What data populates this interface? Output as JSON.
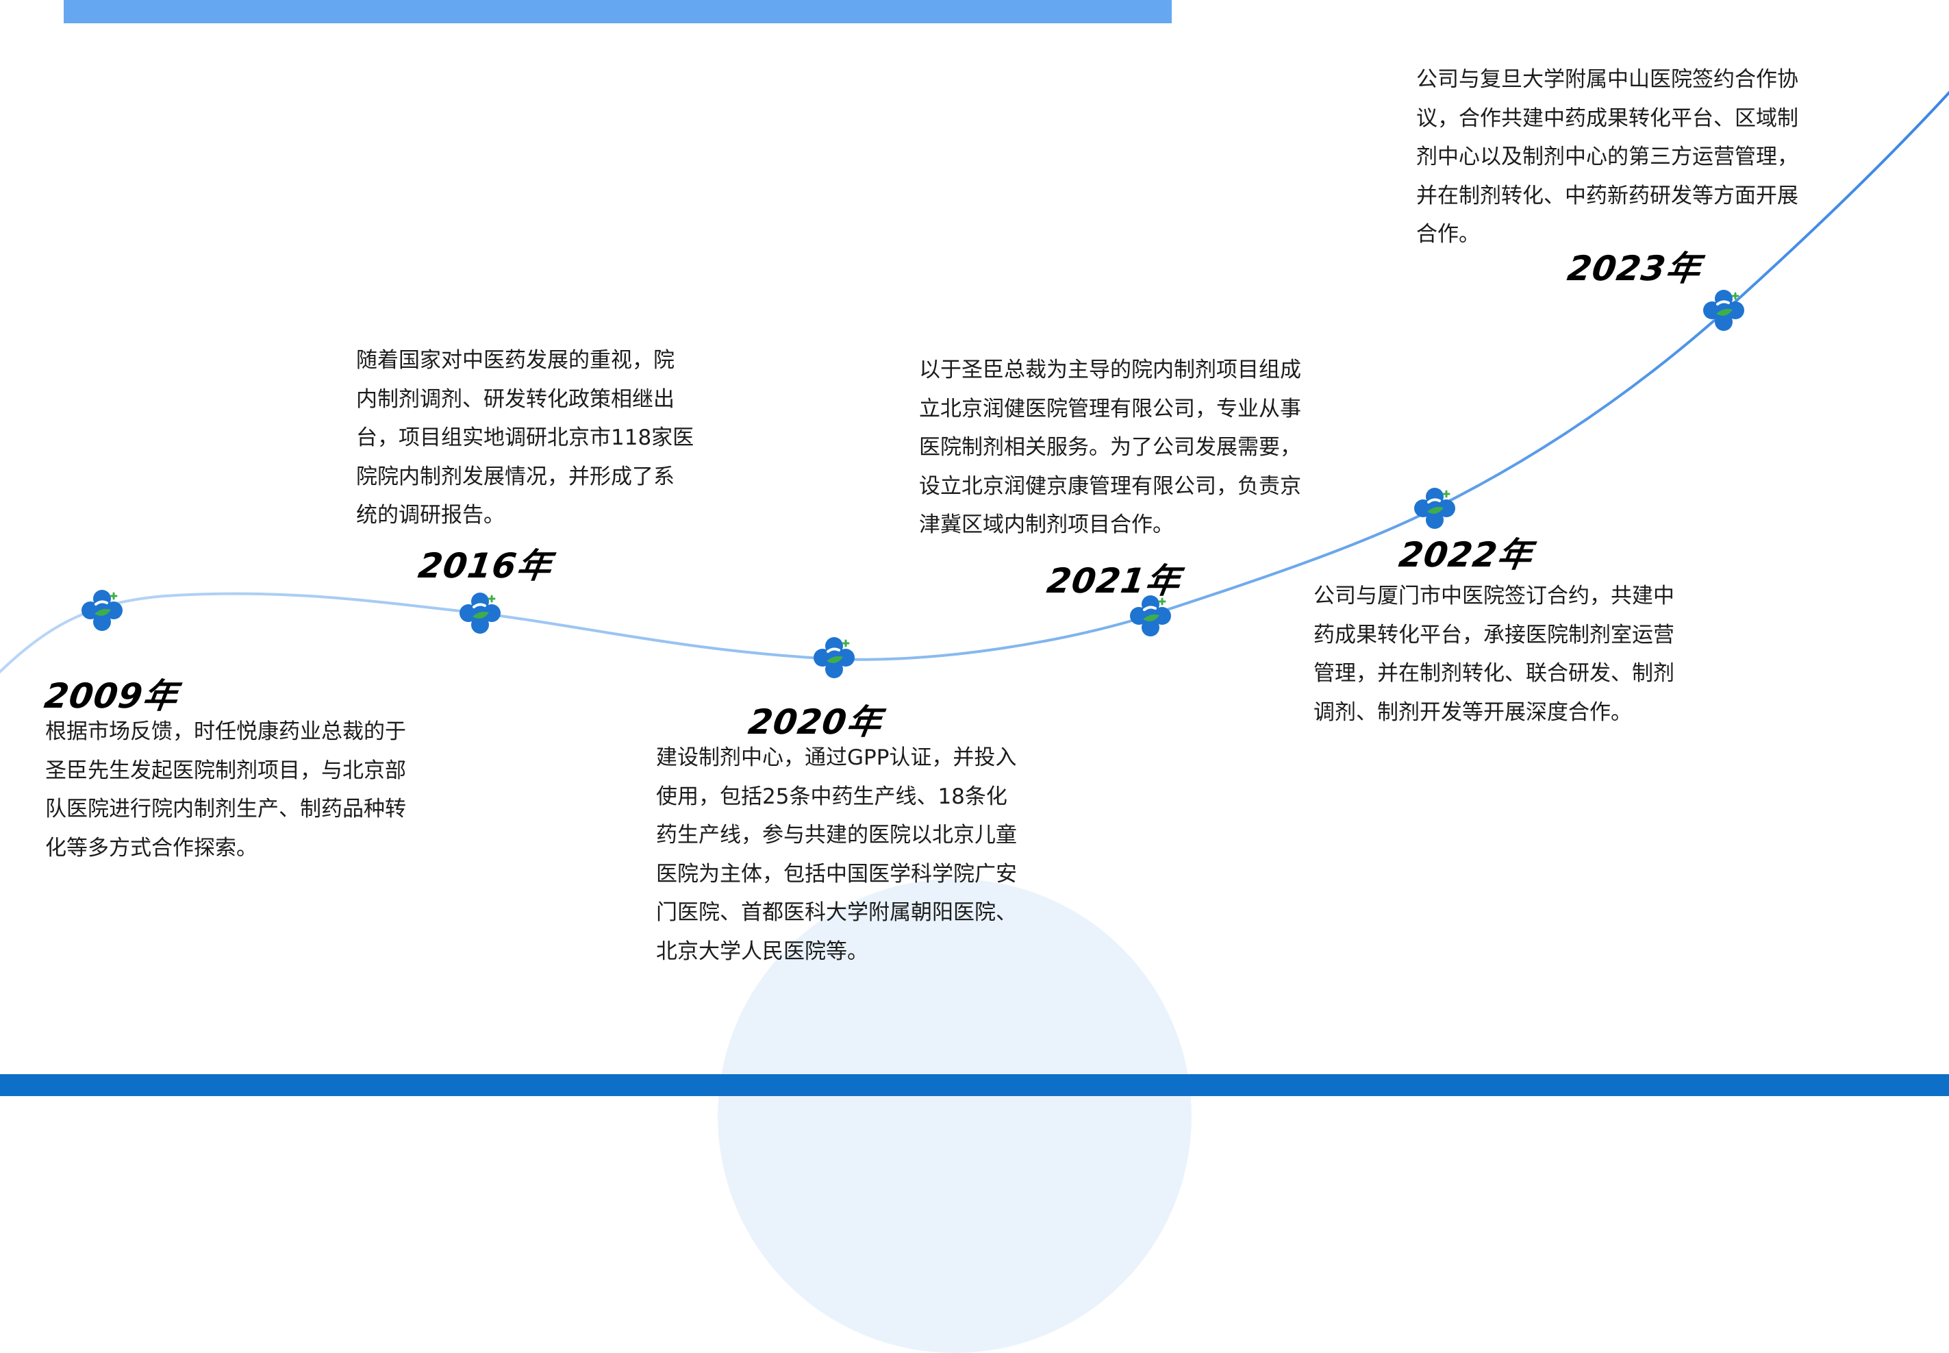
{
  "theme": {
    "top_bar_color": "#66a7f2",
    "bottom_bar_color": "#0d6fc7",
    "curve_color": "#3a86e5",
    "circle_color": "#eaf3fc",
    "logo_blue": "#1e74d0",
    "logo_green": "#3fae49",
    "logo_icon": "clover-logo-icon"
  },
  "milestones": [
    {
      "year": "2009年",
      "lines": [
        "根据市场反馈，时任悦康药业总裁的于",
        "圣臣先生发起医院制剂项目，与北京部",
        "队医院进行院内制剂生产、制药品种转",
        "化等多方式合作探索。"
      ]
    },
    {
      "year": "2016年",
      "lines": [
        "随着国家对中医药发展的重视，院",
        "内制剂调剂、研发转化政策相继出",
        "台，项目组实地调研北京市118家医",
        "院院内制剂发展情况，并形成了系",
        "统的调研报告。"
      ]
    },
    {
      "year": "2020年",
      "lines": [
        "建设制剂中心，通过GPP认证，并投入",
        "使用，包括25条中药生产线、18条化",
        "药生产线，参与共建的医院以北京儿童",
        "医院为主体，包括中国医学科学院广安",
        "门医院、首都医科大学附属朝阳医院、",
        "北京大学人民医院等。"
      ]
    },
    {
      "year": "2021年",
      "lines": [
        "以于圣臣总裁为主导的院内制剂项目组成",
        "立北京润健医院管理有限公司，专业从事",
        "医院制剂相关服务。为了公司发展需要，",
        "设立北京润健京康管理有限公司，负责京",
        "津冀区域内制剂项目合作。"
      ]
    },
    {
      "year": "2022年",
      "lines": [
        "公司与厦门市中医院签订合约，共建中",
        "药成果转化平台，承接医院制剂室运营",
        "管理，并在制剂转化、联合研发、制剂",
        "调剂、制剂开发等开展深度合作。"
      ]
    },
    {
      "year": "2023年",
      "lines": [
        "公司与复旦大学附属中山医院签约合作协",
        "议，合作共建中药成果转化平台、区域制",
        "剂中心以及制剂中心的第三方运营管理，",
        "并在制剂转化、中药新药研发等方面开展",
        "合作。"
      ]
    }
  ]
}
